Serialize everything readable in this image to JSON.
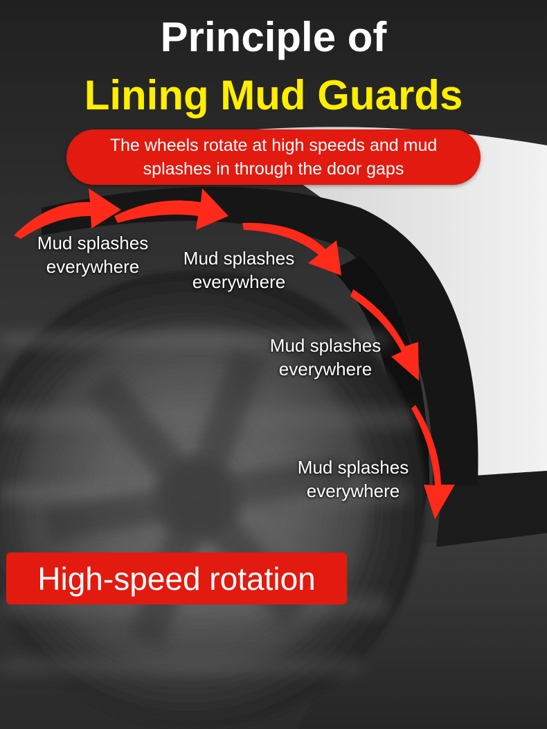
{
  "title": {
    "line1": "Principle of",
    "line2": "Lining Mud Guards"
  },
  "subtitle": {
    "line1": "The wheels rotate at high speeds and mud",
    "line2": "splashes in through the door gaps"
  },
  "labels": [
    {
      "line1": "Mud splashes",
      "line2": "everywhere"
    },
    {
      "line1": "Mud splashes",
      "line2": "everywhere"
    },
    {
      "line1": "Mud splashes",
      "line2": "everywhere"
    },
    {
      "line1": "Mud splashes",
      "line2": "everywhere"
    }
  ],
  "banner": "High-speed rotation",
  "colors": {
    "title_white": "#ffffff",
    "title_yellow": "#ffee00",
    "accent_red": "#e21a0f",
    "arrow_red": "#ff2a1a"
  }
}
